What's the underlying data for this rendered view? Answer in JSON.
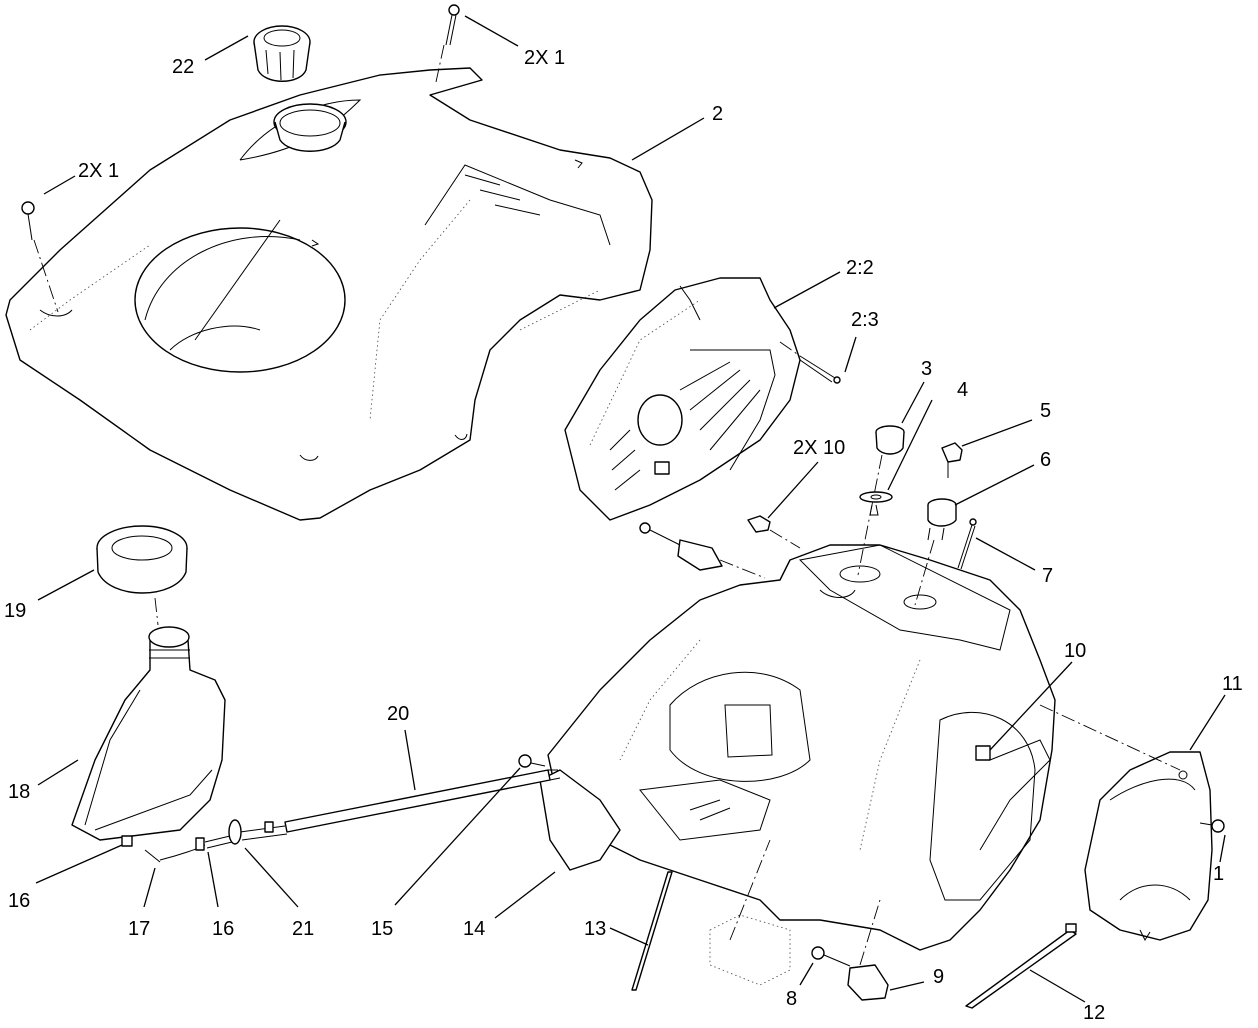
{
  "callouts": {
    "c22": "22",
    "c2x1_top": "2X 1",
    "c2x1_left": "2X 1",
    "c2": "2",
    "c2_2": "2:2",
    "c2_3": "2:3",
    "c3": "3",
    "c4": "4",
    "c5": "5",
    "c6": "6",
    "c7": "7",
    "c2x10": "2X 10",
    "c10": "10",
    "c11": "11",
    "c1": "1",
    "c12": "12",
    "c9": "9",
    "c8": "8",
    "c13": "13",
    "c14": "14",
    "c15": "15",
    "c20": "20",
    "c19": "19",
    "c18": "18",
    "c16a": "16",
    "c17": "17",
    "c16b": "16",
    "c21": "21"
  }
}
